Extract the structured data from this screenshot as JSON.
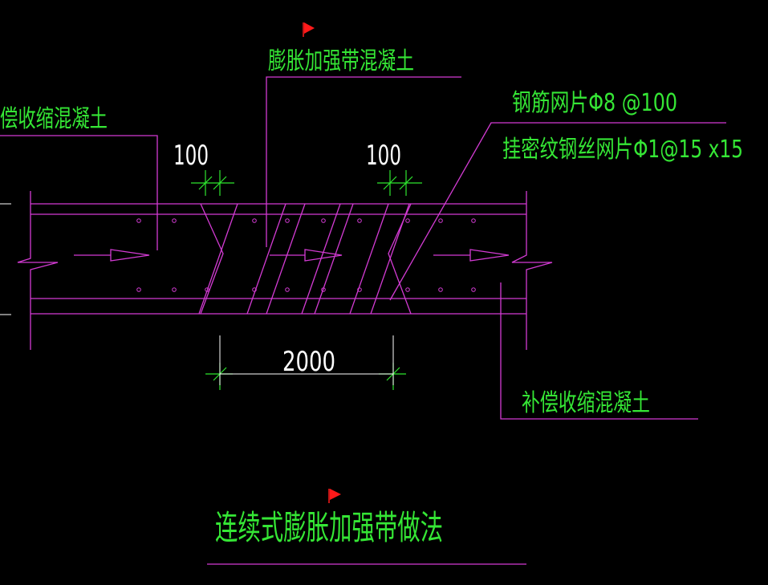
{
  "labels": {
    "expansion_band_concrete": "膨胀加强带混凝土",
    "compensating_shrinkage_left": "偿收缩混凝土",
    "compensating_shrinkage_right": "补偿收缩混凝土",
    "rebar_mesh": "钢筋网片Φ8 @100",
    "wire_mesh": "挂密纹钢丝网片Φ1@15 x15",
    "title": "连续式膨胀加强带做法"
  },
  "dimensions": {
    "left_spacing": "100",
    "right_spacing": "100",
    "band_width": "2000"
  },
  "colors": {
    "background": "#000000",
    "outline": "#d33bd3",
    "text": "#35e635",
    "dim_tick": "#2ee62e",
    "dim_text": "#ffffff",
    "flag": "#ff1a1a"
  }
}
